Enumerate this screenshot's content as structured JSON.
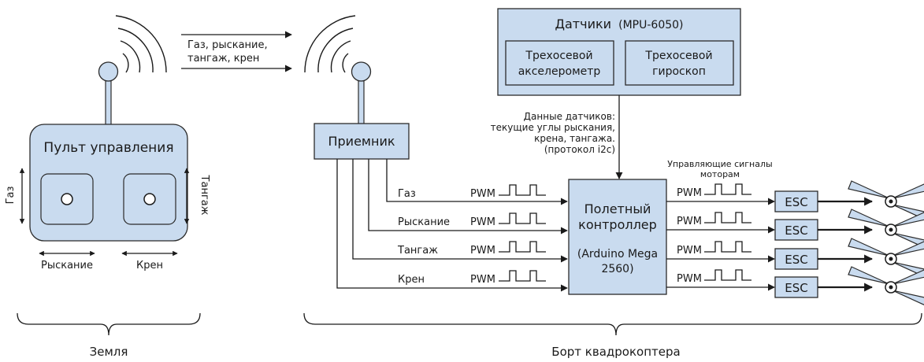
{
  "remote": {
    "title": "Пульт управления",
    "left_vertical": "Газ",
    "right_vertical": "Тангаж",
    "left_horizontal": "Рыскание",
    "right_horizontal": "Крен"
  },
  "link_label": [
    "Газ, рыскание,",
    "тангаж, крен"
  ],
  "receiver": {
    "label": "Приемник"
  },
  "sensors": {
    "title": "Датчики",
    "model": "(MPU-6050)",
    "accel": [
      "Трехосевой",
      "акселерометр"
    ],
    "gyro": [
      "Трехосевой",
      "гироскоп"
    ]
  },
  "sensor_data": [
    "Данные датчиков:",
    "текущие углы рыскания,",
    "крена, тангажа.",
    "(протокол i2c)"
  ],
  "channels": [
    "Газ",
    "Рыскание",
    "Тангаж",
    "Крен"
  ],
  "pwm_label": "PWM",
  "controller": {
    "line1": "Полетный",
    "line2": "контроллер",
    "line3": "(Arduino Mega",
    "line4": "2560)"
  },
  "motor_signals": [
    "Управляющие сигналы",
    "моторам"
  ],
  "esc_label": "ESC",
  "ground_label": "Земля",
  "board_label": "Борт квадрокоптера",
  "colors": {
    "box_fill": "#c9dbef",
    "stroke": "#2b2b2b"
  }
}
